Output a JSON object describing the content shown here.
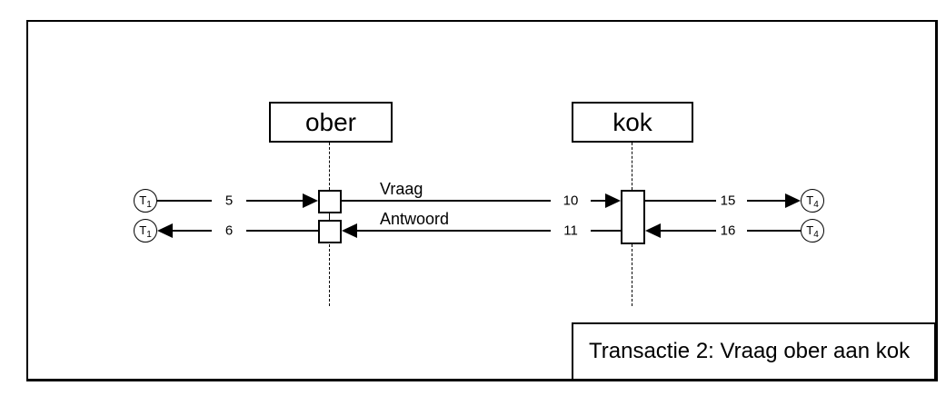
{
  "page": {
    "background": "#ffffff",
    "ink": "#000000"
  },
  "diagram": {
    "actors": {
      "ober": "ober",
      "kok": "kok"
    },
    "messages": {
      "vraag": "Vraag",
      "antwoord": "Antwoord"
    },
    "numbers": {
      "n5": "5",
      "n6": "6",
      "n10": "10",
      "n11": "11",
      "n15": "15",
      "n16": "16"
    },
    "terminals": {
      "t1": {
        "base": "T",
        "sub": "1"
      },
      "t4": {
        "base": "T",
        "sub": "4"
      }
    },
    "caption": "Transactie 2: Vraag ober aan kok",
    "icons": {
      "arrowhead_right": "filled-triangle-right",
      "arrowhead_left": "filled-triangle-left"
    }
  }
}
